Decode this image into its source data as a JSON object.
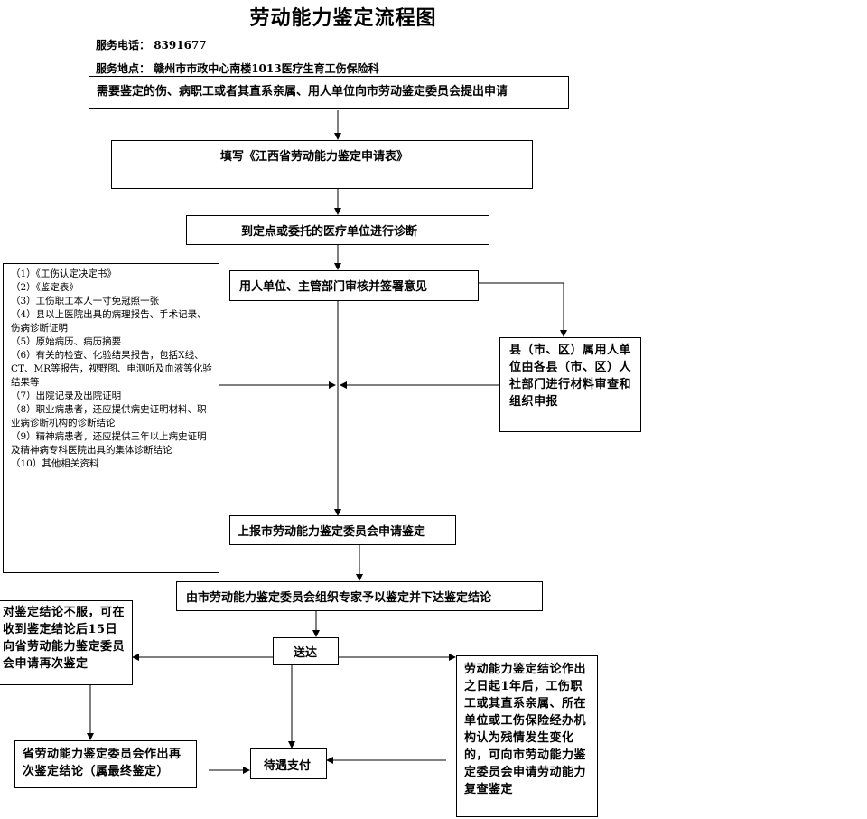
{
  "title": "劳动能力鉴定流程图",
  "service_phone_label": "服务电话：",
  "service_phone": "8391677",
  "service_location_label": "服务地点：",
  "service_location": "赣州市市政中心南楼1013医疗生育工伤保险科",
  "steps": {
    "apply": "需要鉴定的伤、病职工或者其直系亲属、用人单位向市劳动鉴定委员会提出申请",
    "fill_form": "填写《江西省劳动能力鉴定申请表》",
    "diagnosis": "到定点或委托的医疗单位进行诊断",
    "employer_review": "用人单位、主管部门审核并签署意见",
    "county_review": "县（市、区）属用人单位由各县（市、区）人社部门进行材料审查和组织申报",
    "report": "上报市劳动能力鉴定委员会申请鉴定",
    "committee": "由市劳动能力鉴定委员会组织专家予以鉴定并下达鉴定结论",
    "deliver": "送达",
    "objection": "对鉴定结论不服，可在收到鉴定结论后15日向省劳动能力鉴定委员会申请再次鉴定",
    "province_final": "省劳动能力鉴定委员会作出再次鉴定结论（属最终鉴定）",
    "benefit_payment": "待遇支付",
    "review_again": "劳动能力鉴定结论作出之日起1年后，工伤职工或其直系亲属、所在单位或工伤保险经办机构认为残情发生变化的，可向市劳动能力鉴定委员会申请劳动能力复查鉴定"
  },
  "documents": [
    "（1）《工伤认定决定书》",
    "（2）《鉴定表》",
    "（3）工伤职工本人一寸免冠照一张",
    "（4）县以上医院出具的病理报告、手术记录、伤病诊断证明",
    "（5）原始病历、病历摘要",
    "（6）有关的检查、化验结果报告，包括X线、CT、MR等报告，视野图、电测听及血液等化验结果等",
    "（7）出院记录及出院证明",
    "（8）职业病患者，还应提供病史证明材料、职业病诊断机构的诊断结论",
    "（9）精神病患者，还应提供三年以上病史证明及精神病专科医院出具的集体诊断结论",
    "（10）其他相关资料"
  ]
}
